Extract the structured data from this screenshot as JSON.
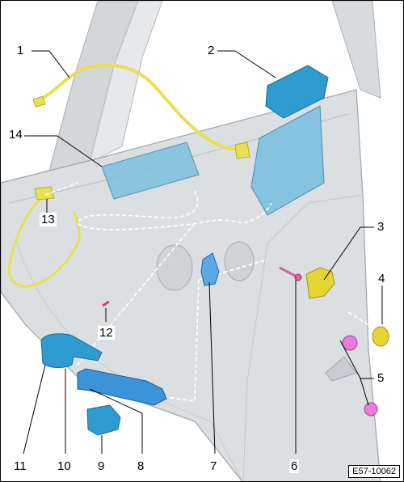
{
  "figure_code": "E57-10062",
  "callouts": {
    "c1": "1",
    "c2": "2",
    "c3": "3",
    "c4": "4",
    "c5": "5",
    "c6": "6",
    "c7": "7",
    "c8": "8",
    "c9": "9",
    "c10": "10",
    "c11": "11",
    "c12": "12",
    "c13": "13",
    "c14": "14"
  },
  "colors": {
    "panel": "#d9dcdf",
    "panel_edge": "#9ea4aa",
    "part_blue": "#2f9ccf",
    "part_blue_light": "#7cc0df",
    "harness_yellow": "#e8df52",
    "cap_yellow": "#e4d532",
    "plug_pink": "#ea7bd9"
  }
}
